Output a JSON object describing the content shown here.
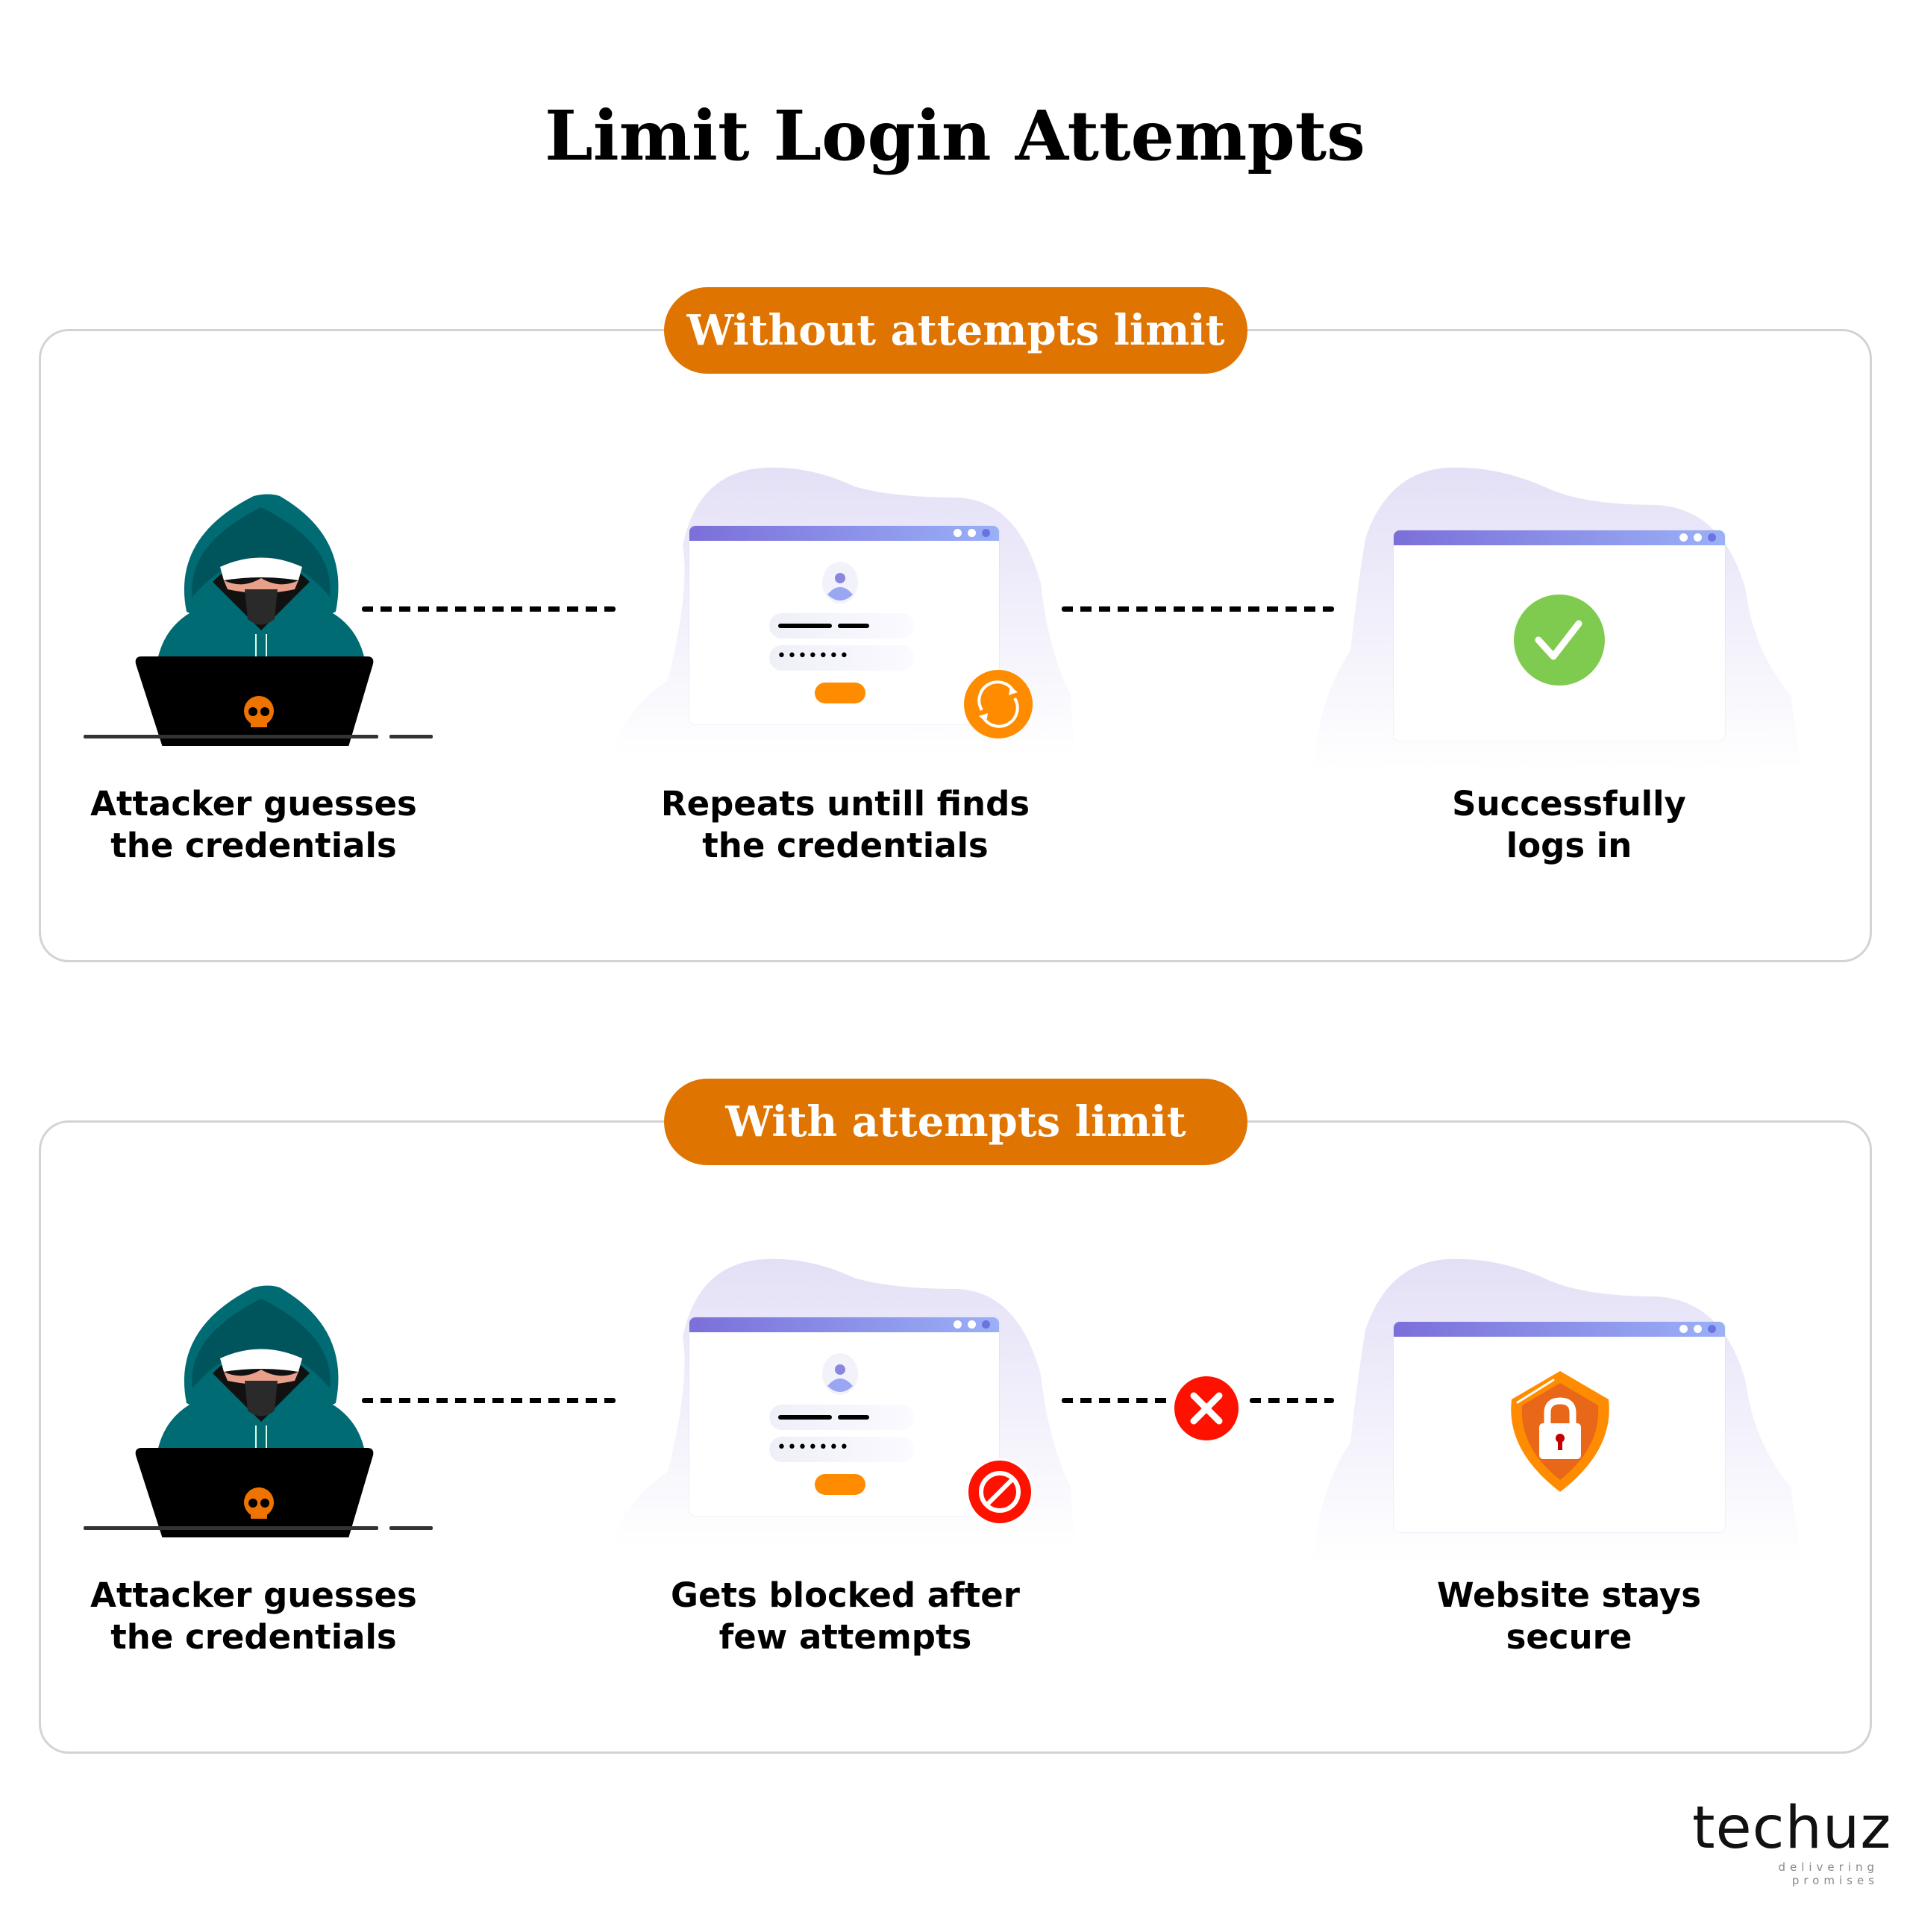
{
  "title": "Limit Login Attempts",
  "sections": [
    {
      "header": "Without attempts limit",
      "steps": [
        {
          "label_line1": "Attacker guesses",
          "label_line2": "the credentials",
          "icon": "hacker-laptop-icon"
        },
        {
          "label_line1": "Repeats untill finds",
          "label_line2": "the credentials",
          "icon": "login-window-refresh-icon",
          "password_mask": "•••••••"
        },
        {
          "label_line1": "Successfully",
          "label_line2": "logs in",
          "icon": "success-check-icon"
        }
      ],
      "connector_status": "none"
    },
    {
      "header": "With attempts limit",
      "steps": [
        {
          "label_line1": "Attacker guesses",
          "label_line2": "the credentials",
          "icon": "hacker-laptop-icon"
        },
        {
          "label_line1": "Gets blocked after",
          "label_line2": "few attempts",
          "icon": "login-window-blocked-icon",
          "password_mask": "•••••••"
        },
        {
          "label_line1": "Website stays",
          "label_line2": "secure",
          "icon": "shield-lock-icon"
        }
      ],
      "connector_status": "blocked-x"
    }
  ],
  "logo": {
    "name": "techuz",
    "tagline": "delivering promises"
  },
  "colors": {
    "accent_orange": "#e07400",
    "button_orange": "#ff8c00",
    "success_green": "#7fcb4f",
    "error_red": "#ff1100",
    "titlebar_start": "#7b6fd9",
    "titlebar_end": "#9ab0f7",
    "hood_teal": "#006b73",
    "panel_border": "#d3d3d3"
  }
}
